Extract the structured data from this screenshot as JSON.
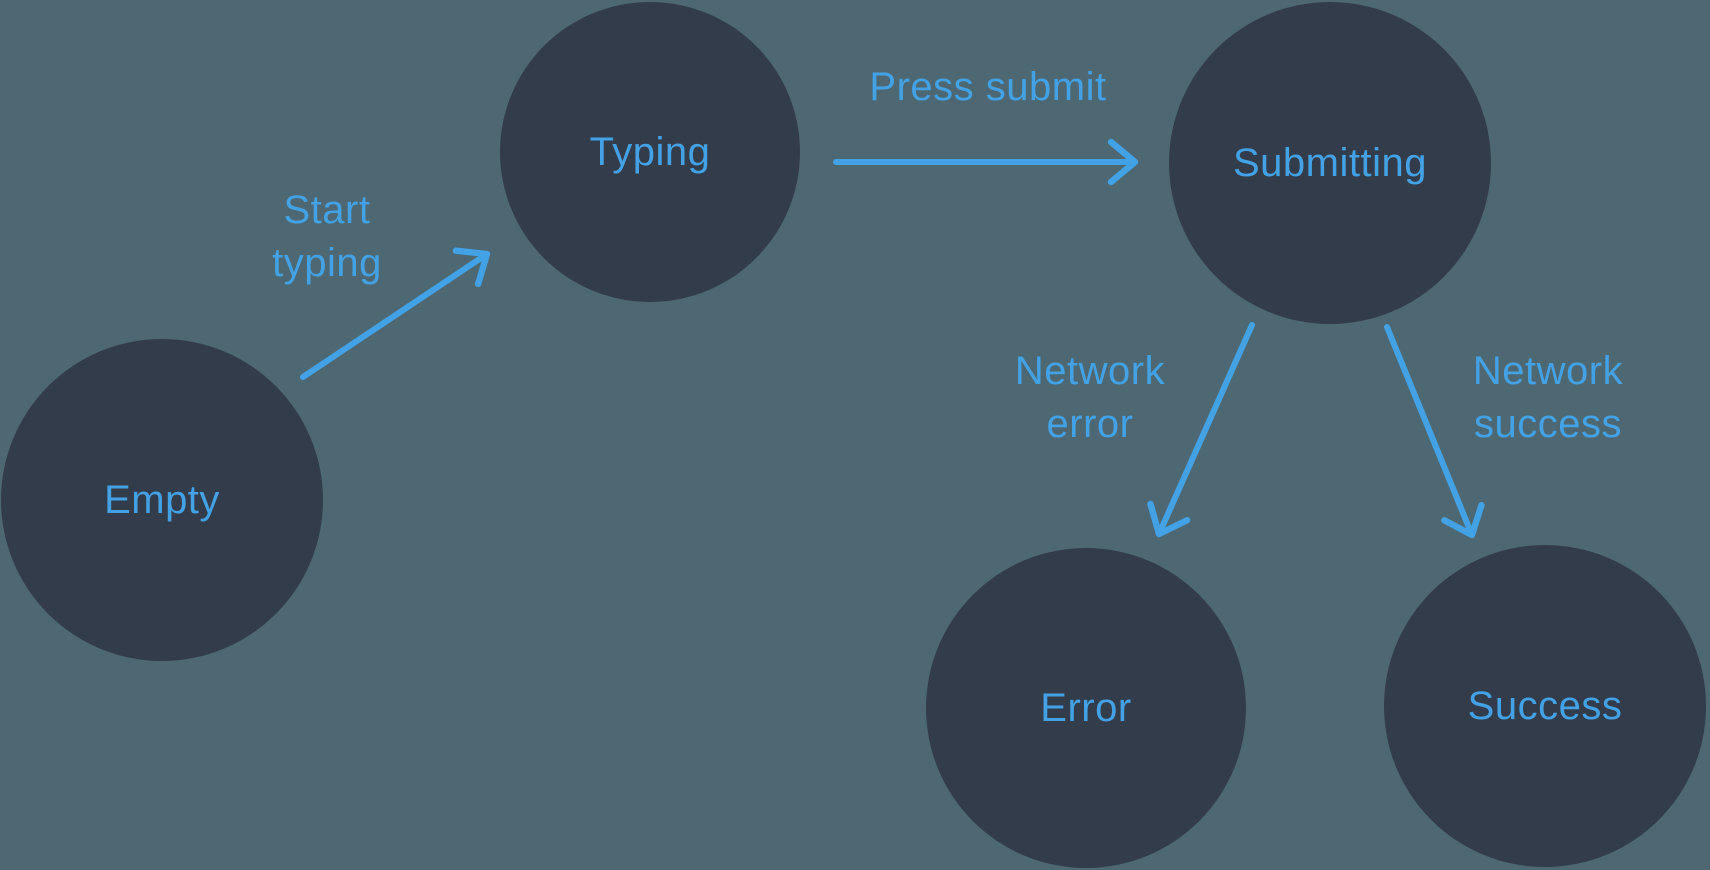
{
  "diagram": {
    "type": "state-machine",
    "states": [
      {
        "id": "empty",
        "label": "Empty"
      },
      {
        "id": "typing",
        "label": "Typing"
      },
      {
        "id": "submitting",
        "label": "Submitting"
      },
      {
        "id": "error",
        "label": "Error"
      },
      {
        "id": "success",
        "label": "Success"
      }
    ],
    "transitions": [
      {
        "from": "empty",
        "to": "typing",
        "label": "Start typing"
      },
      {
        "from": "typing",
        "to": "submitting",
        "label": "Press submit"
      },
      {
        "from": "submitting",
        "to": "error",
        "label": "Network error"
      },
      {
        "from": "submitting",
        "to": "success",
        "label": "Network success"
      }
    ],
    "colors": {
      "background": "#4d6872",
      "state_fill": "#333c4b",
      "accent": "#43a2e5"
    }
  }
}
